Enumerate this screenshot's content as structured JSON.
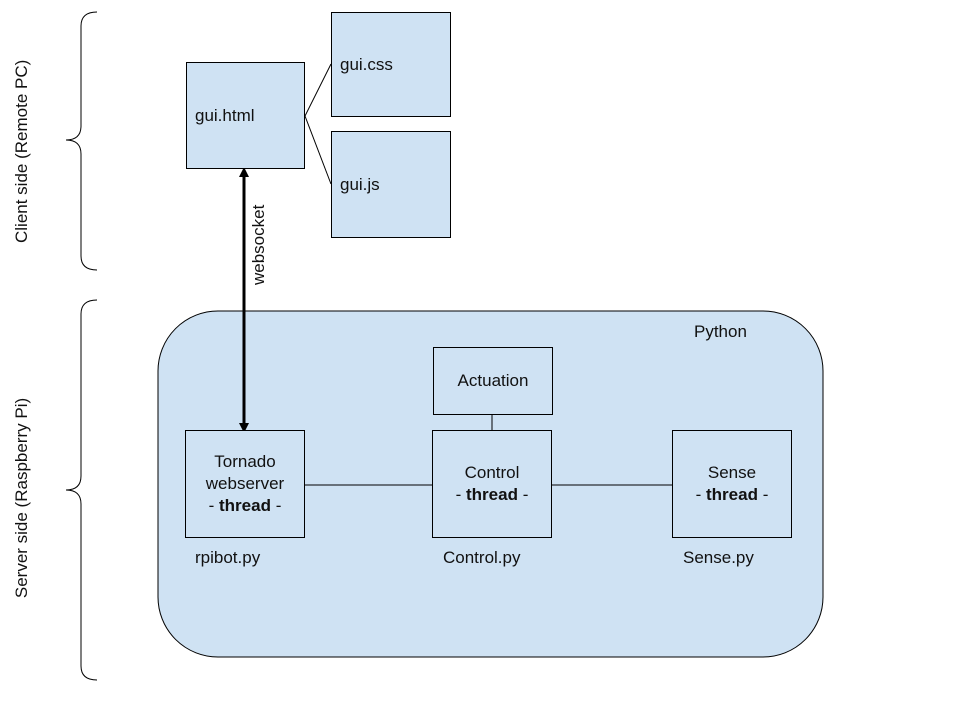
{
  "sides": {
    "client": "Client side (Remote PC)",
    "server": "Server side (Raspberry Pi)"
  },
  "client": {
    "gui_html": "gui.html",
    "gui_css": "gui.css",
    "gui_js": "gui.js"
  },
  "link": {
    "websocket": "websocket"
  },
  "python": {
    "label": "Python",
    "actuation": "Actuation",
    "tornado": {
      "line1": "Tornado",
      "line2": "webserver",
      "thread_pre": "- ",
      "thread": "thread",
      "thread_post": " -"
    },
    "control": {
      "line1": "Control",
      "thread_pre": "- ",
      "thread": "thread",
      "thread_post": " -"
    },
    "sense": {
      "line1": "Sense",
      "thread_pre": "- ",
      "thread": "thread",
      "thread_post": " -"
    },
    "files": {
      "rpibot": "rpibot.py",
      "control": "Control.py",
      "sense": "Sense.py"
    }
  },
  "colors": {
    "box_fill": "#cfe2f3",
    "stroke": "#000000"
  }
}
